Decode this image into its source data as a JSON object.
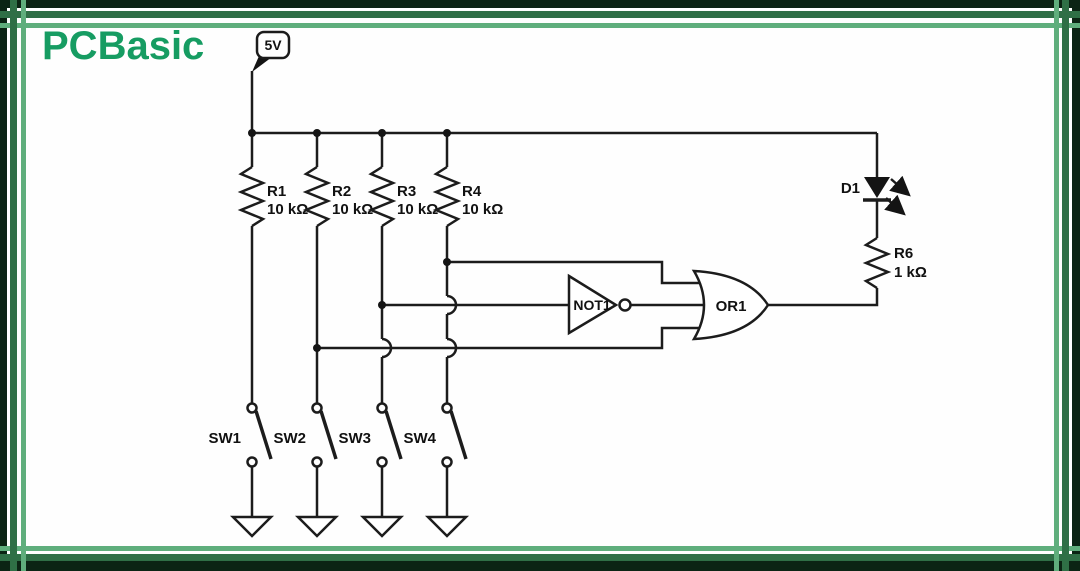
{
  "brand": {
    "name": "PCBasic"
  },
  "power_source": {
    "label": "5V"
  },
  "components": {
    "resistors": [
      {
        "ref": "R1",
        "value": "10 kΩ"
      },
      {
        "ref": "R2",
        "value": "10 kΩ"
      },
      {
        "ref": "R3",
        "value": "10 kΩ"
      },
      {
        "ref": "R4",
        "value": "10 kΩ"
      },
      {
        "ref": "R6",
        "value": "1 kΩ"
      }
    ],
    "switches": [
      {
        "ref": "SW1",
        "state": "open"
      },
      {
        "ref": "SW2",
        "state": "open"
      },
      {
        "ref": "SW3",
        "state": "open"
      },
      {
        "ref": "SW4",
        "state": "open"
      }
    ],
    "gates": [
      {
        "ref": "NOT1",
        "type": "inverter"
      },
      {
        "ref": "OR1",
        "type": "or"
      }
    ],
    "diodes": [
      {
        "ref": "D1",
        "type": "LED"
      }
    ],
    "grounds": 4
  },
  "colors": {
    "wire": "#1c1c1c",
    "frame_dark": "#0b2414",
    "frame_medium": "#2f6f46",
    "frame_light": "#5fae7c",
    "brand_green": "#169c62",
    "background": "#ffffff"
  }
}
